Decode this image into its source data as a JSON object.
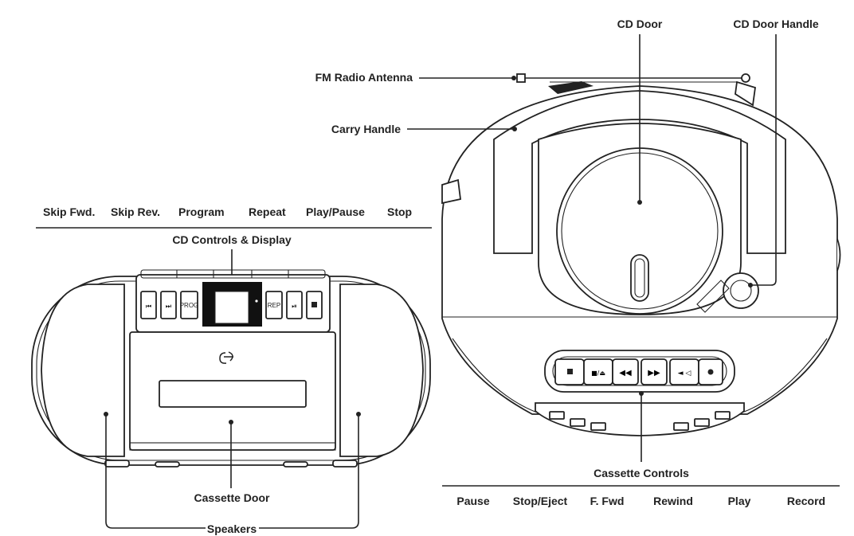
{
  "left_panel": {
    "cd_buttons": {
      "skip_fwd": "Skip Fwd.",
      "skip_rev": "Skip Rev.",
      "program": "Program",
      "repeat": "Repeat",
      "play_pause": "Play/Pause",
      "stop": "Stop"
    },
    "cd_controls_display": "CD Controls & Display",
    "cassette_door": "Cassette Door",
    "speakers": "Speakers",
    "button_text": {
      "prog": "PROG",
      "rep": "REP"
    }
  },
  "right_panel": {
    "cd_door": "CD Door",
    "cd_door_handle": "CD Door Handle",
    "fm_radio_antenna": "FM Radio Antenna",
    "carry_handle": "Carry Handle",
    "cassette_controls": "Cassette Controls",
    "cassette_buttons": {
      "pause": "Pause",
      "stop_eject": "Stop/Eject",
      "f_fwd": "F. Fwd",
      "rewind": "Rewind",
      "play": "Play",
      "record": "Record"
    }
  }
}
